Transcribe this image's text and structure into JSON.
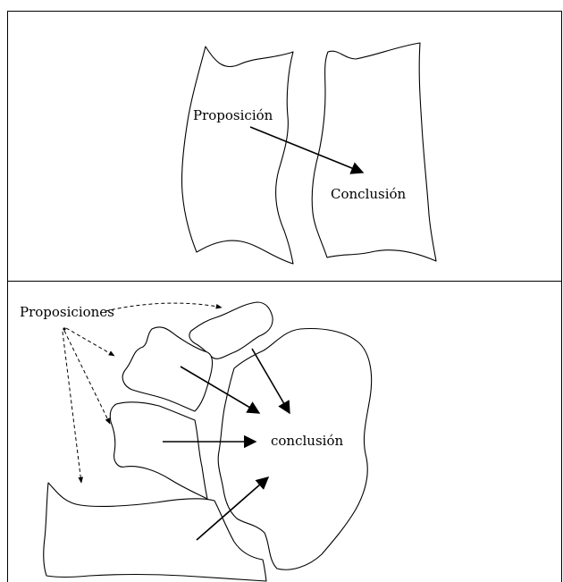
{
  "top_panel": {
    "proposition_label": "Proposición",
    "conclusion_label": "Conclusión"
  },
  "bottom_panel": {
    "propositions_label": "Proposiciones",
    "conclusion_label": "conclusión"
  }
}
